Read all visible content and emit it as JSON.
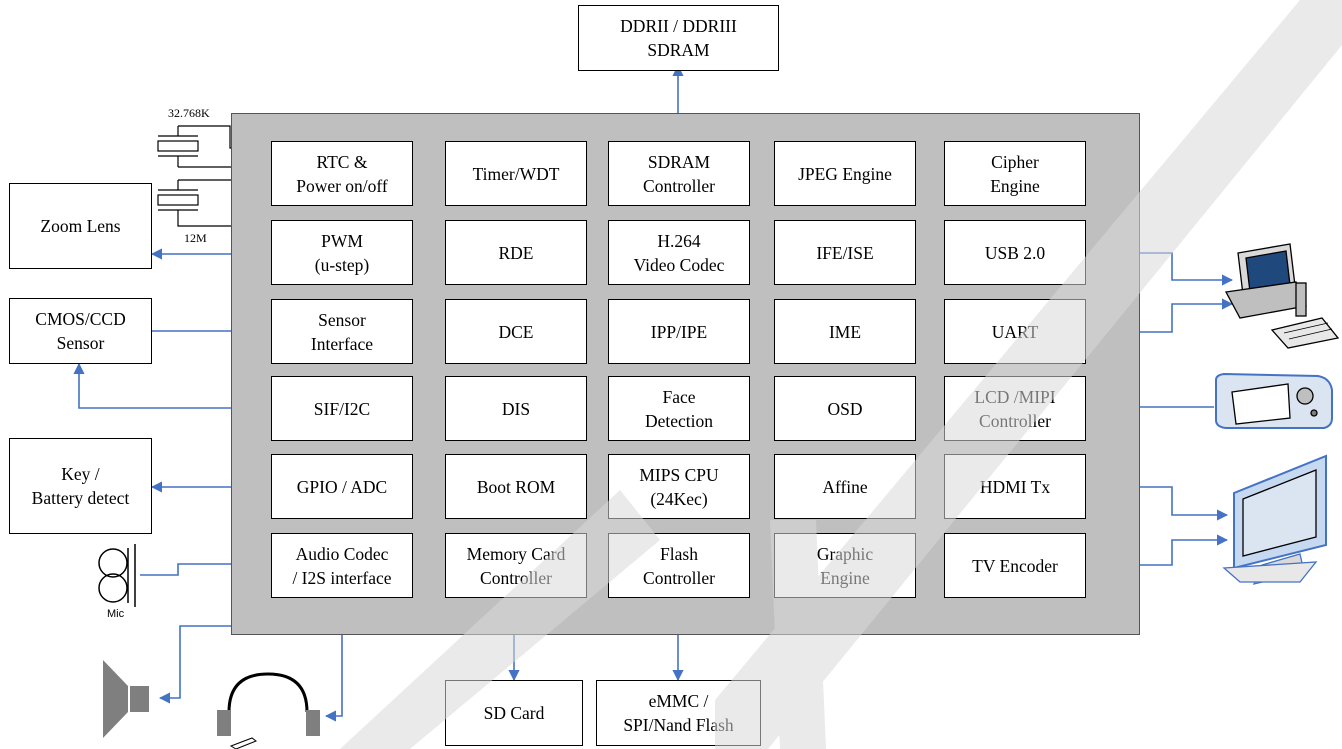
{
  "chip_blocks": [
    [
      "RTC &\nPower on/off",
      "Timer/WDT",
      "SDRAM\nController",
      "JPEG Engine",
      "Cipher\nEngine"
    ],
    [
      "PWM\n(u-step)",
      "RDE",
      "H.264\nVideo Codec",
      "IFE/ISE",
      "USB 2.0"
    ],
    [
      "Sensor\nInterface",
      "DCE",
      "IPP/IPE",
      "IME",
      "UART"
    ],
    [
      "SIF/I2C",
      "DIS",
      "Face\nDetection",
      "OSD",
      "LCD /MIPI\nController"
    ],
    [
      "GPIO / ADC",
      "Boot ROM",
      "MIPS CPU\n(24Kec)",
      "Affine",
      "HDMI Tx"
    ],
    [
      "Audio Codec\n/ I2S interface",
      "Memory Card\nController",
      "Flash\nController",
      "Graphic\nEngine",
      "TV Encoder"
    ]
  ],
  "external": {
    "sdram": "DDRII / DDRIII\nSDRAM",
    "zoom_lens": "Zoom Lens",
    "sensor": "CMOS/CCD\nSensor",
    "key_battery": "Key /\nBattery detect",
    "sd_card": "SD Card",
    "emmc": "eMMC /\nSPI/Nand Flash"
  },
  "labels": {
    "crystal_32k": "32.768K",
    "crystal_12m": "12M",
    "mic": "Mic"
  },
  "colors": {
    "chip_bg": "#bfbfbf",
    "arrow": "#4472c4",
    "watermark": "#d9d9d9"
  }
}
